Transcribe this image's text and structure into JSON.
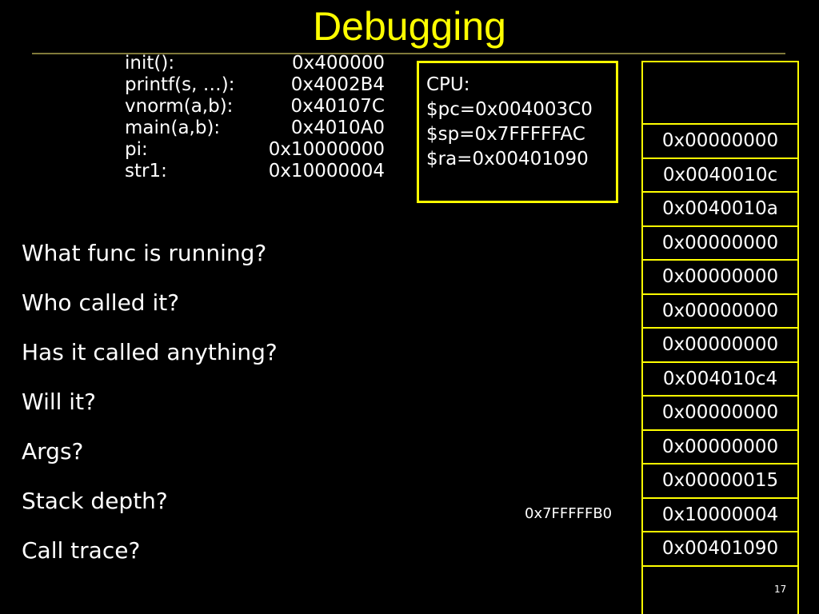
{
  "slide": {
    "title": "Debugging",
    "page_number": "17"
  },
  "symbols": [
    {
      "name": "init():",
      "addr": "0x400000"
    },
    {
      "name": "printf(s, …):",
      "addr": "0x4002B4"
    },
    {
      "name": "vnorm(a,b):",
      "addr": "0x40107C"
    },
    {
      "name": "main(a,b):",
      "addr": "0x4010A0"
    },
    {
      "name": "pi:",
      "addr": "0x10000000"
    },
    {
      "name": "str1:",
      "addr": "0x10000004"
    }
  ],
  "cpu": {
    "heading": "CPU:",
    "pc": "$pc=0x004003C0",
    "sp": "$sp=0x7FFFFFAC",
    "ra": "$ra=0x00401090"
  },
  "questions": [
    "What func is running?",
    "Who called it?",
    "Has it called anything?",
    "Will it?",
    "Args?",
    "Stack depth?",
    "Call trace?"
  ],
  "stack": {
    "address_label": "0x7FFFFFB0",
    "cells": [
      "0x00000000",
      "0x0040010c",
      "0x0040010a",
      "0x00000000",
      "0x00000000",
      "0x00000000",
      "0x00000000",
      "0x004010c4",
      "0x00000000",
      "0x00000000",
      "0x00000015",
      "0x10000004",
      "0x00401090"
    ]
  }
}
